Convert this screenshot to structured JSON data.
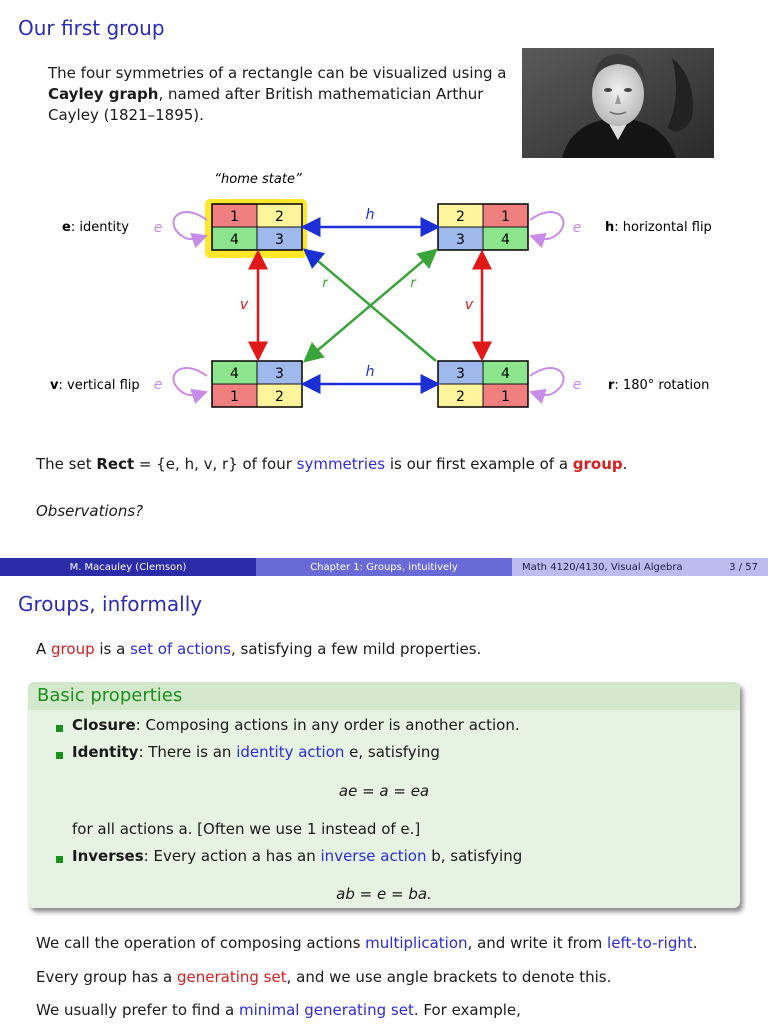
{
  "slide1": {
    "title": "Our first group",
    "intro": {
      "part1": "The four symmetries of a rectangle can be visualized using a ",
      "bold": "Cayley graph",
      "part2": ", named after British mathematician Arthur Cayley (1821–1895)."
    },
    "home_state_label": "“home state”",
    "identity_prefix": "e",
    "identity_label": ": identity",
    "hflip_prefix": "h",
    "hflip_label": ":  horizontal flip",
    "vflip_prefix": "v",
    "vflip_label": ": vertical flip",
    "rot_prefix": "r",
    "rot_label": ":  180° rotation",
    "edge_labels": {
      "e": "e",
      "h": "h",
      "v": "v",
      "r": "r"
    },
    "rectangles": {
      "top_left": [
        "1",
        "2",
        "4",
        "3"
      ],
      "top_right": [
        "2",
        "1",
        "3",
        "4"
      ],
      "bottom_left": [
        "4",
        "3",
        "1",
        "2"
      ],
      "bottom_right": [
        "3",
        "4",
        "2",
        "1"
      ]
    },
    "set_line": {
      "p1": "The set ",
      "rect": "Rect",
      "p2": " = {e, h, v, r} of four ",
      "symmetries": "symmetries",
      "p3": " is our first example of a ",
      "group": "group",
      "p4": "."
    },
    "observations": "Observations?",
    "colors": {
      "pink": "#f08080",
      "yellow": "#fdf49b",
      "green": "#8ce48c",
      "blue": "#9fb9ec"
    }
  },
  "footer": {
    "author": "M. Macauley  (Clemson)",
    "chapter": "Chapter 1: Groups, intuitively",
    "course": "Math 4120/4130, Visual Algebra",
    "page": "3 / 57"
  },
  "slide2": {
    "title": "Groups, informally",
    "line1": {
      "p1": "A ",
      "group": "group",
      "p2": " is a ",
      "set": "set of actions",
      "p3": ", satisfying a few mild properties."
    },
    "box_title": "Basic properties",
    "closure_bold": "Closure",
    "closure_text": ": Composing actions in any order is another action.",
    "identity_bold": "Identity",
    "identity_p1": ": There is an ",
    "identity_blue": "identity action",
    "identity_p2": " e, satisfying",
    "eq1": "ae = a = ea",
    "for_all": "for all actions a.  [Often we use 1 instead of e.]",
    "inverses_bold": "Inverses",
    "inverses_p1": ": Every action a has an ",
    "inverses_blue": "inverse action",
    "inverses_p2": " b, satisfying",
    "eq2": "ab = e = ba.",
    "mult_line": {
      "p1": "We call the operation of composing actions ",
      "mult": "multiplication",
      "p2": ", and write it from ",
      "ltr": "left-to-right",
      "p3": "."
    },
    "gen_line": {
      "p1": "Every group has a ",
      "gen": "generating set",
      "p2": ", and we use angle brackets to denote this."
    },
    "min_line": {
      "p1": "We usually prefer to find a ",
      "min": "minimal generating set",
      "p2": ".  For example,"
    }
  }
}
